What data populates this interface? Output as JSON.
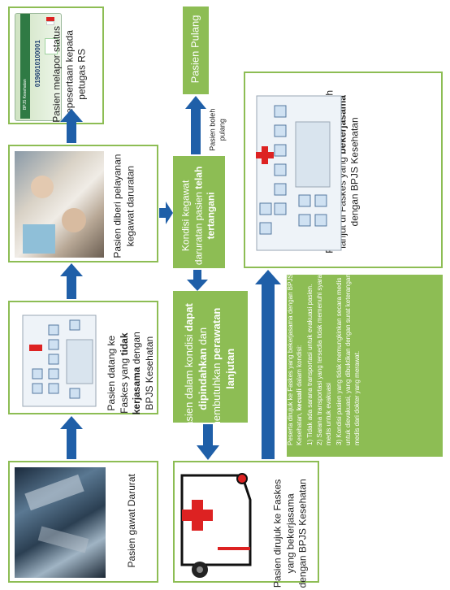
{
  "steps": {
    "card": "Pasien melapor status kepesertaan kepada petugas RS",
    "card_number": "0196010100001",
    "card_brand": "BPJS Kesehatan",
    "pulang": "Pasien Pulang",
    "boleh_pulang": "Pasien boleh pulang",
    "rawat": {
      "a": "Pasien mendapatkan perawatan lebih lanjut di Faskes yang ",
      "b": "bekerjasama",
      "c": " dengan BPJS Kesehatan"
    },
    "darurat_layan": "Pasien diberi pelayanan kegawat daruratan",
    "tertangani": {
      "a": "Kondisi kegawat daruratan pasien ",
      "b": "telah tertangani"
    },
    "datang": {
      "a": "Pasien datang ke Faskes yang ",
      "b": "tidak kerjasama",
      "c": " dengan BPJS Kesehatan"
    },
    "dipindahkan": {
      "a": "Pasien dalam kondisi ",
      "b": "dapat dipindahkan",
      "c": " dan membutuhkan ",
      "d": "perawatan lanjutan"
    },
    "gawat": "Pasien gawat Darurat",
    "dirujuk": "Pasien dirujuk ke Faskes yang bekerjasama dengan BPJS Kesehatan"
  },
  "note": {
    "intro_a": "Peserta dirujuk ke Faskes yang bekerjasama dengan BPJS Kesehatan, ",
    "intro_b": "kecuali",
    "intro_c": " dalam kondisi:",
    "items": [
      {
        "num": "1)",
        "text": "Tidak ada sarana transportasi untuk evakuasi pasien."
      },
      {
        "num": "2)",
        "text": "Sarana transportasi yang tersedia tidak memenuhi syarat medis untuk evakuasi"
      },
      {
        "num": "3)",
        "text": "Kondisi pasien yang tidak memungkinkan secara medis untuk dievakuasi, yang dibuktikan dengan surat keterangan medis dari dokter yang merawat."
      }
    ]
  },
  "colors": {
    "green": "#8dbd54",
    "blue": "#1f5fa8",
    "arrow": "#1f5fa8"
  }
}
